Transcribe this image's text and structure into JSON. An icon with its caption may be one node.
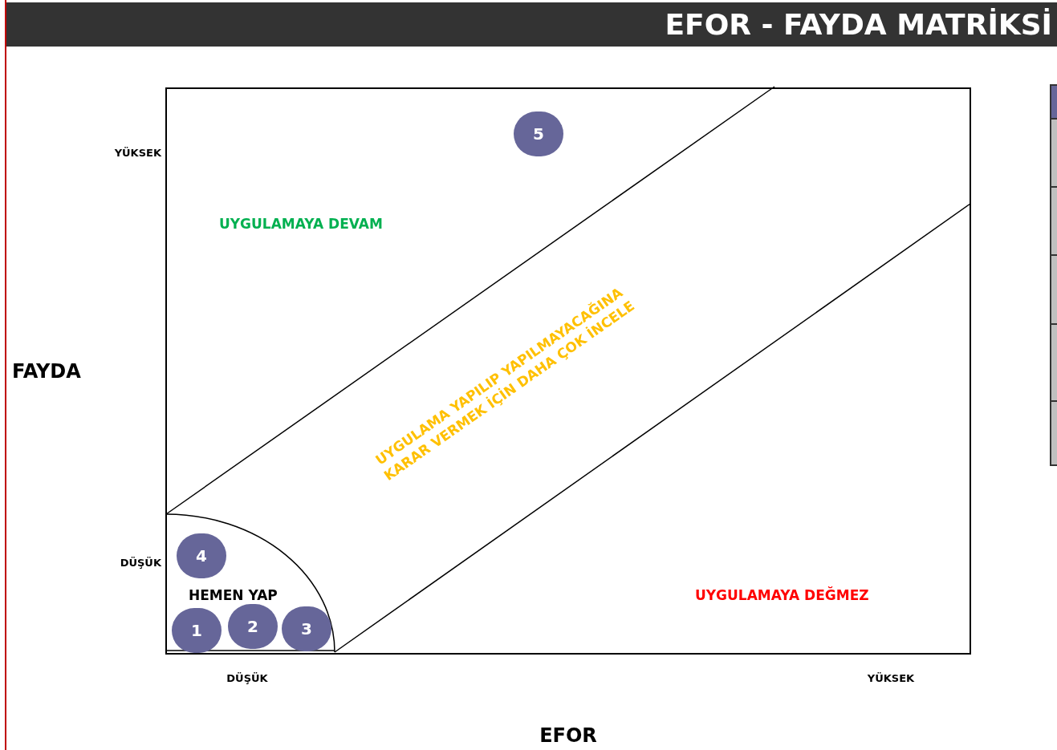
{
  "diagram": {
    "title": "EFOR - FAYDA MATRİKSİ",
    "nodes": [
      {
        "text": [
          "5"
        ]
      },
      {
        "text": [
          "4"
        ]
      },
      {
        "text": [
          "1"
        ]
      },
      {
        "text": [
          "2"
        ]
      },
      {
        "text": [
          "3"
        ]
      }
    ],
    "labels": [
      "YÜKSEK",
      "UYGULAMAYA DEVAM",
      "FAYDA",
      "UYGULAMA YAPILIP YAPILMAYACAĞINA KARAR VERMEK İÇİN DAHA ÇOK İNCELE",
      "DÜŞÜK",
      "HEMEN YAP",
      "UYGULAMAYA DEĞMEZ",
      "DÜŞÜK",
      "YÜKSEK",
      "EFOR"
    ]
  }
}
